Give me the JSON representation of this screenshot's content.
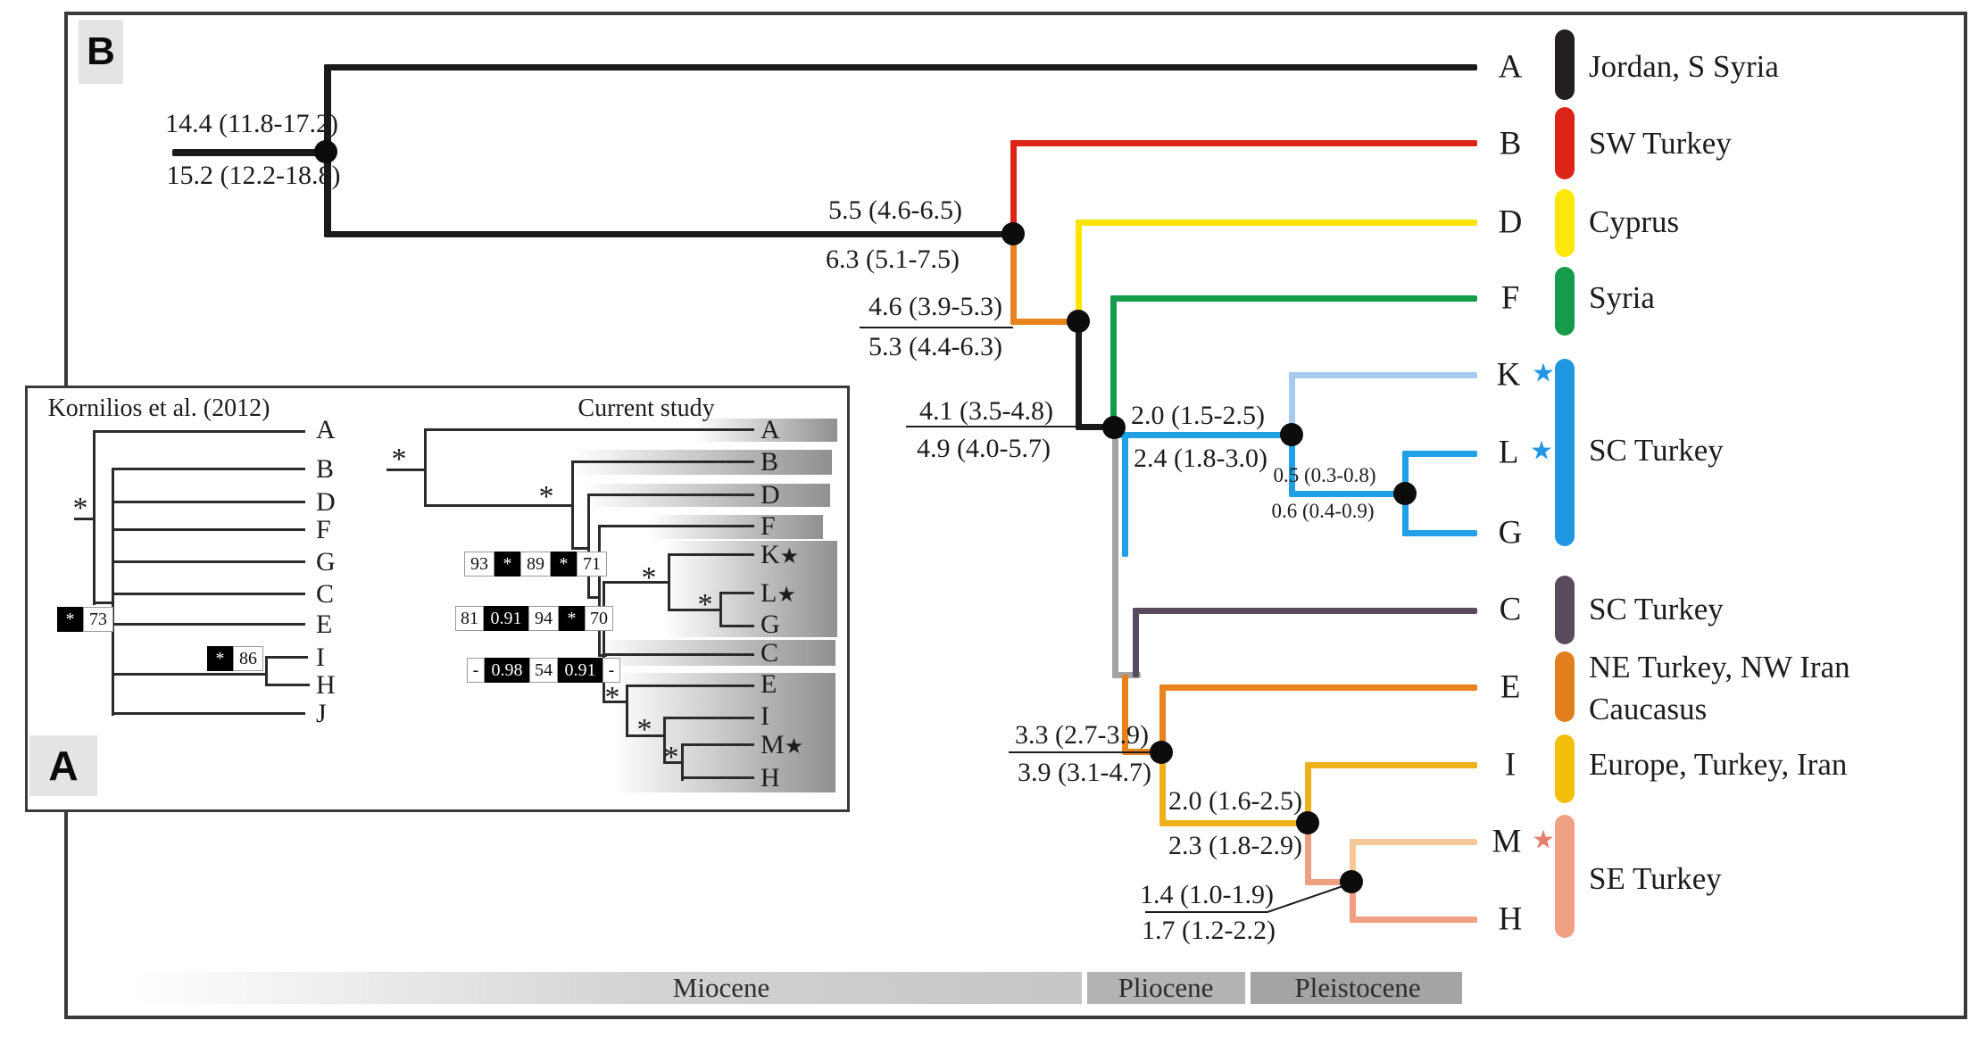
{
  "panels": {
    "a": "A",
    "b": "B"
  },
  "main_tree": {
    "nodes": [
      {
        "top": "14.4 (11.8-17.2)",
        "bottom": "15.2 (12.2-18.8)"
      },
      {
        "top": "5.5 (4.6-6.5)",
        "bottom": "6.3 (5.1-7.5)"
      },
      {
        "top": "4.6 (3.9-5.3)",
        "bottom": "5.3 (4.4-6.3)"
      },
      {
        "top": "4.1 (3.5-4.8)",
        "bottom": "4.9 (4.0-5.7)"
      },
      {
        "top": "2.0 (1.5-2.5)",
        "bottom": "2.4 (1.8-3.0)"
      },
      {
        "top": "0.5 (0.3-0.8)",
        "bottom": "0.6 (0.4-0.9)"
      },
      {
        "top": "3.3 (2.7-3.9)",
        "bottom": "3.9 (3.1-4.7)"
      },
      {
        "top": "2.0 (1.6-2.5)",
        "bottom": "2.3 (1.8-2.9)"
      },
      {
        "top": "1.4 (1.0-1.9)",
        "bottom": "1.7 (1.2-2.2)"
      }
    ],
    "tips": [
      {
        "letter": "A",
        "star": ""
      },
      {
        "letter": "B",
        "star": ""
      },
      {
        "letter": "D",
        "star": ""
      },
      {
        "letter": "F",
        "star": ""
      },
      {
        "letter": "K",
        "star": "★"
      },
      {
        "letter": "L",
        "star": "★"
      },
      {
        "letter": "G",
        "star": ""
      },
      {
        "letter": "C",
        "star": ""
      },
      {
        "letter": "E",
        "star": ""
      },
      {
        "letter": "I",
        "star": ""
      },
      {
        "letter": "M",
        "star": "★"
      },
      {
        "letter": "H",
        "star": ""
      }
    ],
    "regions": [
      {
        "label": "Jordan, S Syria",
        "color": "#231f20"
      },
      {
        "label": "SW Turkey",
        "color": "#dc2418"
      },
      {
        "label": "Cyprus",
        "color": "#fbe70a"
      },
      {
        "label": "Syria",
        "color": "#159c4b"
      },
      {
        "label": "SC Turkey",
        "color": "#1e97e0"
      },
      {
        "label": "SC Turkey",
        "color": "#594a5e"
      },
      {
        "label": "NE Turkey, NW Iran",
        "label2": "Caucasus",
        "color": "#e07f1c"
      },
      {
        "label": "Europe, Turkey, Iran",
        "color": "#f2c00a"
      },
      {
        "label": "SE Turkey",
        "color": "#f0a183"
      }
    ]
  },
  "inset": {
    "left_tree": {
      "title": "Kornilios et al. (2012)",
      "tips": [
        "A",
        "B",
        "D",
        "F",
        "G",
        "C",
        "E",
        "I",
        "H",
        "J"
      ],
      "root_star": "*",
      "supports": [
        {
          "star": "*",
          "value": "73"
        },
        {
          "star": "*",
          "value": "86"
        }
      ]
    },
    "right_tree": {
      "title": "Current study",
      "tips": [
        {
          "letter": "A",
          "star": ""
        },
        {
          "letter": "B",
          "star": ""
        },
        {
          "letter": "D",
          "star": ""
        },
        {
          "letter": "F",
          "star": ""
        },
        {
          "letter": "K",
          "star": "★"
        },
        {
          "letter": "L",
          "star": "★"
        },
        {
          "letter": "G",
          "star": ""
        },
        {
          "letter": "C",
          "star": ""
        },
        {
          "letter": "E",
          "star": ""
        },
        {
          "letter": "I",
          "star": ""
        },
        {
          "letter": "M",
          "star": "★"
        },
        {
          "letter": "H",
          "star": ""
        }
      ],
      "root_star": "*",
      "node_stars": {
        "b": "*",
        "klg": "*",
        "lg": "*",
        "eimh": "*",
        "imh": "*",
        "mh": "*"
      },
      "support_rows": [
        [
          {
            "t": "93"
          },
          {
            "t": "*"
          },
          {
            "t": "89"
          },
          {
            "t": "*"
          },
          {
            "t": "71"
          }
        ],
        [
          {
            "t": "81"
          },
          {
            "t": "0.91"
          },
          {
            "t": "94"
          },
          {
            "t": "*"
          },
          {
            "t": "70"
          }
        ],
        [
          {
            "t": "-"
          },
          {
            "t": "0.98"
          },
          {
            "t": "54"
          },
          {
            "t": "0.91"
          },
          {
            "t": "-"
          }
        ]
      ]
    }
  },
  "timescale": {
    "periods": [
      {
        "name": "Miocene"
      },
      {
        "name": "Pliocene"
      },
      {
        "name": "Pleistocene"
      }
    ]
  },
  "colors": {
    "black": "#1a1a1a",
    "red": "#dc2418",
    "yellow": "#fbe403",
    "orange": "#e8821f",
    "green": "#159c4b",
    "light_blue": "#a6cbec",
    "blue": "#22a0e6",
    "gray": "#a3a3a3",
    "purple": "#594a5e",
    "gold": "#eeb01b",
    "peach": "#f6c897",
    "salmon": "#ef9f82",
    "star_blue": "#2196e8",
    "star_salmon": "#e77f70"
  }
}
